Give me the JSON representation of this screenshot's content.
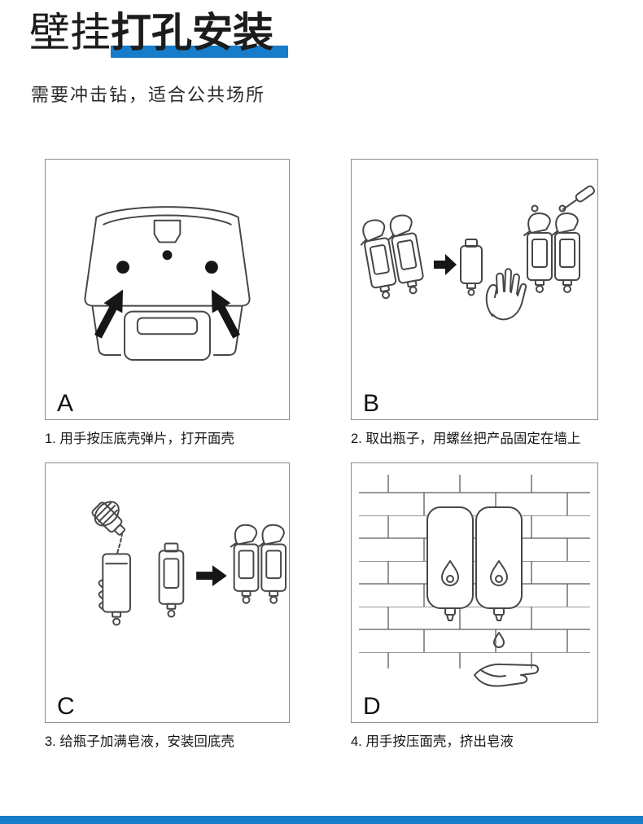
{
  "page": {
    "title_regular": "壁挂",
    "title_bold": "打孔安装",
    "subtitle": "需要冲击钻，适合公共场所"
  },
  "colors": {
    "accent": "#177cc9",
    "line_art": "#474747"
  },
  "panels": [
    {
      "label": "A",
      "caption": "1. 用手按压底壳弹片，打开面壳",
      "illustration": "open-cover-illustration"
    },
    {
      "label": "B",
      "caption": "2. 取出瓶子，用螺丝把产品固定在墙上",
      "illustration": "screw-to-wall-illustration"
    },
    {
      "label": "C",
      "caption": "3. 给瓶子加满皂液，安装回底壳",
      "illustration": "refill-soap-illustration"
    },
    {
      "label": "D",
      "caption": "4. 用手按压面壳，挤出皂液",
      "illustration": "press-dispense-illustration"
    }
  ]
}
